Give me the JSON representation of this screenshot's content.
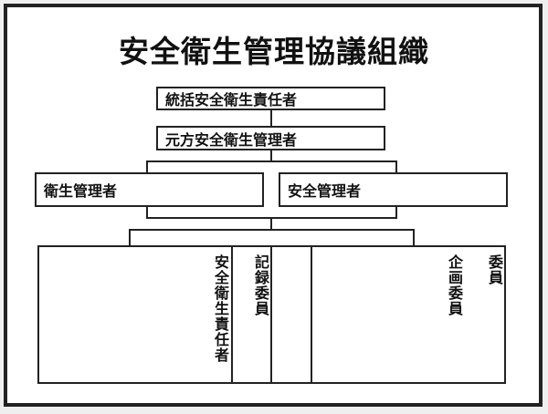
{
  "title": "安全衛生管理協議組織",
  "boxes": {
    "general_manager": "統括安全衛生責任者",
    "prime_manager": "元方安全衛生管理者",
    "health_manager": "衛生管理者",
    "safety_manager": "安全管理者"
  },
  "committee": {
    "safety_health_officer": "安全衛生責任者",
    "recording_member": "記録委員",
    "planning_member": "企画委員",
    "member": "委員"
  }
}
